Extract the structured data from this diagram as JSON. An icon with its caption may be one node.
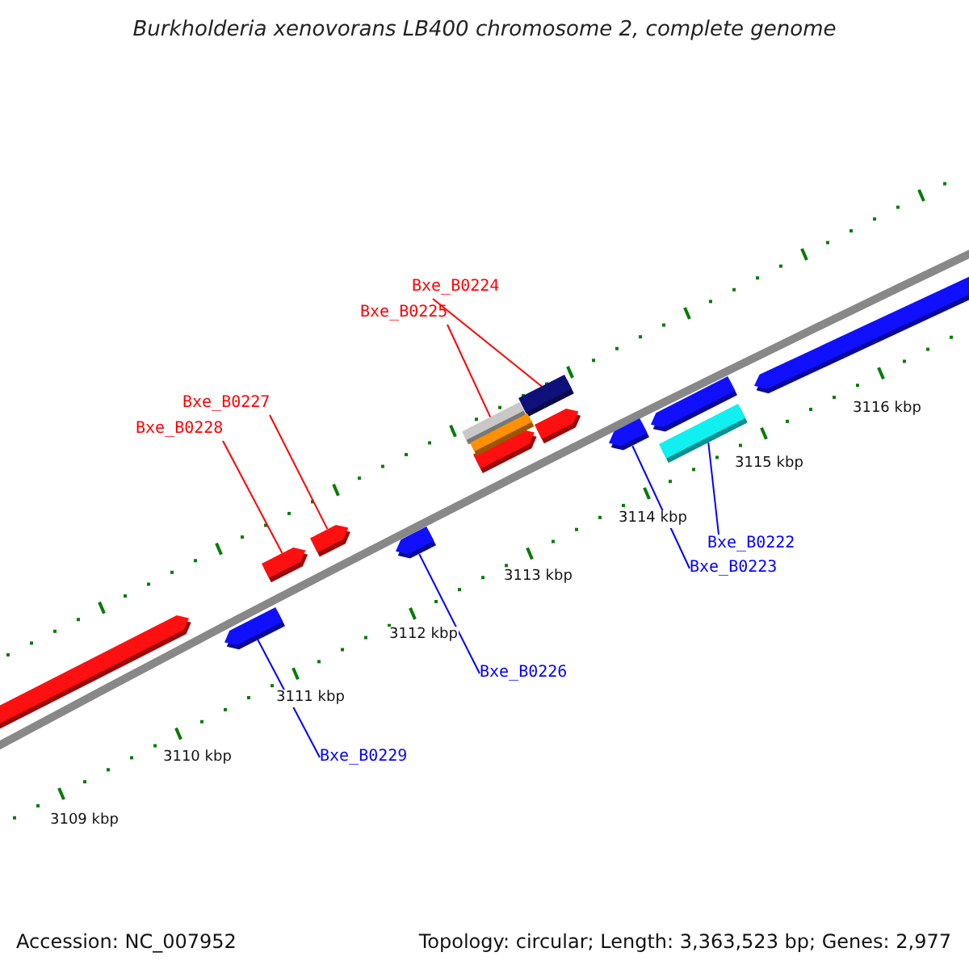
{
  "diagram": {
    "title": "Burkholderia xenovorans LB400 chromosome 2, complete genome",
    "nodes": [
      {
        "text": [
          "Bxe_B0224"
        ]
      },
      {
        "text": [
          "Bxe_B0225"
        ]
      },
      {
        "text": [
          "Bxe_B0227"
        ]
      },
      {
        "text": [
          "Bxe_B0228"
        ]
      },
      {
        "text": [
          "Bxe_B0222"
        ]
      },
      {
        "text": [
          "Bxe_B0223"
        ]
      },
      {
        "text": [
          "Bxe_B0226"
        ]
      },
      {
        "text": [
          "Bxe_B0229"
        ]
      },
      {
        "text": [],
        "shape": "bar"
      },
      {
        "text": [],
        "shape": "bar"
      },
      {
        "text": [],
        "shape": "bar"
      },
      {
        "text": [],
        "shape": "bar"
      },
      {
        "text": [],
        "shape": "bar"
      },
      {
        "text": [],
        "shape": "bar"
      },
      {
        "text": [],
        "shape": "bar"
      },
      {
        "text": [],
        "shape": "bar"
      },
      {
        "text": [],
        "shape": "bar"
      },
      {
        "text": [],
        "shape": "bar"
      },
      {
        "text": [],
        "shape": "bar"
      },
      {
        "text": [],
        "shape": "bar"
      },
      {
        "text": [],
        "shape": "bar"
      },
      {
        "text": [],
        "shape": "bar"
      }
    ],
    "edges": [
      {
        "from": 0,
        "to": 8,
        "arrow": "none",
        "color": "#ff0000"
      },
      {
        "from": 1,
        "to": 9,
        "arrow": "none",
        "color": "#ff0000"
      },
      {
        "from": 2,
        "to": 10,
        "arrow": "none",
        "color": "#ff0000"
      },
      {
        "from": 3,
        "to": 11,
        "arrow": "none",
        "color": "#ff0000"
      },
      {
        "from": 4,
        "to": 12,
        "arrow": "none",
        "color": "#0000ff"
      },
      {
        "from": 5,
        "to": 13,
        "arrow": "none",
        "color": "#0000ff"
      },
      {
        "from": 6,
        "to": 14,
        "arrow": "none",
        "color": "#0000ff"
      },
      {
        "from": 7,
        "to": 15,
        "arrow": "none",
        "color": "#0000ff"
      }
    ],
    "labels": [
      "3109 kbp",
      "3110 kbp",
      "3111 kbp",
      "3112 kbp",
      "3113 kbp",
      "3114 kbp",
      "3115 kbp",
      "3116 kbp",
      "Accession: NC_007952",
      "Topology: circular; Length: 3,363,523 bp; Genes: 2,977"
    ]
  }
}
